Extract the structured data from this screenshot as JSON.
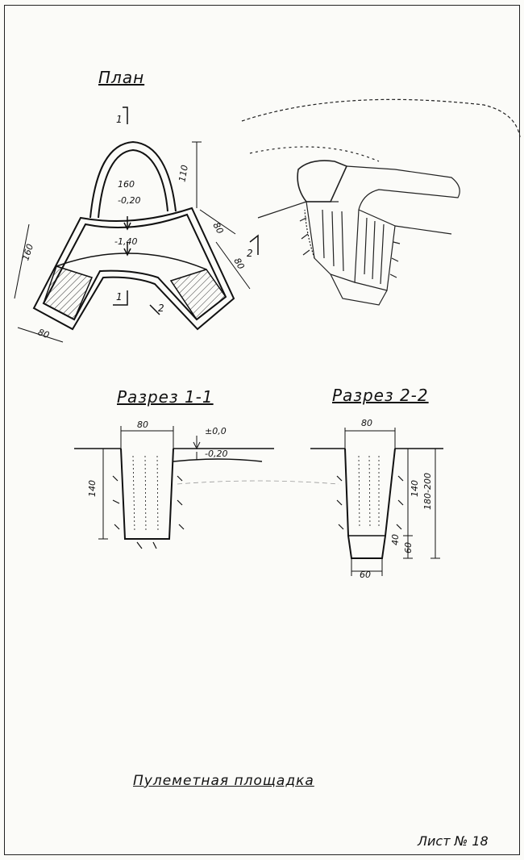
{
  "plan": {
    "title": "План",
    "labels": {
      "d160a": "160",
      "level_020": "-0,20",
      "level_140": "-1,40",
      "d110": "110",
      "d80a": "80",
      "d80b": "80",
      "d160b": "160",
      "d80c": "80",
      "cut1_top": "1",
      "cut1_bot": "1",
      "cut2_right": "2",
      "cut2_bot": "2"
    }
  },
  "section11": {
    "title": "Разрез 1-1",
    "labels": {
      "width": "80",
      "zero": "±0,0",
      "level": "-0,20",
      "depth": "140"
    }
  },
  "section22": {
    "title": "Разрез 2-2",
    "labels": {
      "width_top": "80",
      "depth1": "140",
      "depth2": "40",
      "depth3": "60",
      "range": "180-200",
      "width_bottom": "60"
    }
  },
  "caption": "Пулеметная площадка",
  "sheet_number": "Лист № 18",
  "colors": {
    "ink": "#111111",
    "paper": "#fbfbf8"
  }
}
